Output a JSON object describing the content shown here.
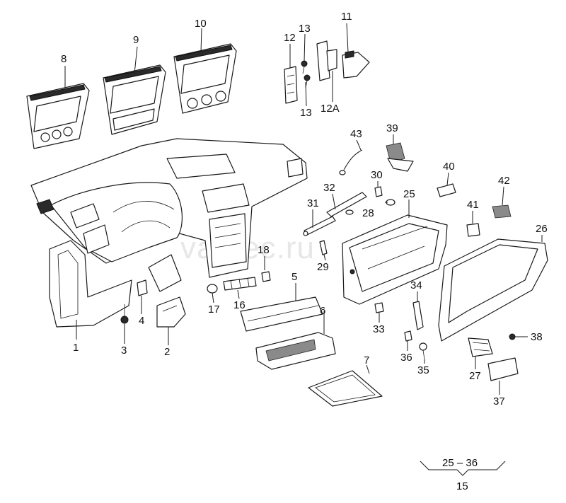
{
  "watermark": "vagtec.ru",
  "callouts": {
    "p1": "1",
    "p2": "2",
    "p3": "3",
    "p4": "4",
    "p5": "5",
    "p6": "6",
    "p7": "7",
    "p8": "8",
    "p9": "9",
    "p10": "10",
    "p11": "11",
    "p12": "12",
    "p12a": "12A",
    "p13a": "13",
    "p13b": "13",
    "p16": "16",
    "p17": "17",
    "p18": "18",
    "p25": "25",
    "p26": "26",
    "p27": "27",
    "p28": "28",
    "p29": "29",
    "p30": "30",
    "p31": "31",
    "p32": "32",
    "p33": "33",
    "p34": "34",
    "p35": "35",
    "p36": "36",
    "p37": "37",
    "p38": "38",
    "p39": "39",
    "p40": "40",
    "p41": "41",
    "p42": "42",
    "p43": "43"
  },
  "legend": {
    "range": "25 – 36",
    "group": "15"
  }
}
